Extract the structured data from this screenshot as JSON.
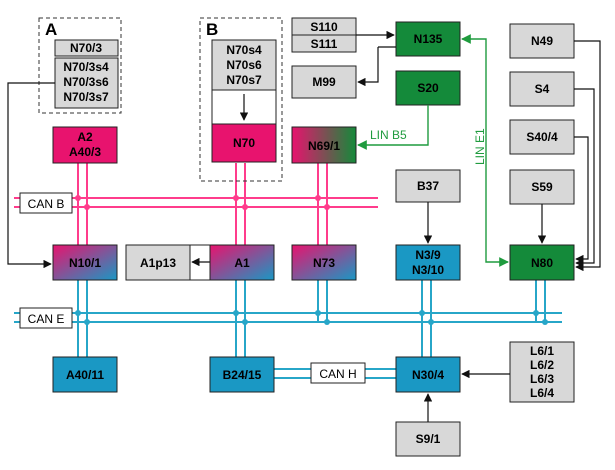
{
  "groups": {
    "a": {
      "tag": "A",
      "header": "N70/3",
      "items": [
        "N70/3s4",
        "N70/3s6",
        "N70/3s7"
      ]
    },
    "b": {
      "tag": "B",
      "items": [
        "N70s4",
        "N70s6",
        "N70s7"
      ]
    }
  },
  "nodes": {
    "a2": [
      "A2",
      "A40/3"
    ],
    "n70": "N70",
    "n69_1": "N69/1",
    "n10_1": "N10/1",
    "a1p13": "A1p13",
    "a1": "A1",
    "n73": "N73",
    "a40_11": "A40/11",
    "b24_15": "B24/15",
    "s110": "S110",
    "s111": "S111",
    "m99": "M99",
    "n135": "N135",
    "s20": "S20",
    "b37": "B37",
    "n3_9": [
      "N3/9",
      "N3/10"
    ],
    "n30_4": "N30/4",
    "s9_1": "S9/1",
    "n49": "N49",
    "s4": "S4",
    "s40_4": "S40/4",
    "s59": "S59",
    "n80": "N80",
    "l6": [
      "L6/1",
      "L6/2",
      "L6/3",
      "L6/4"
    ]
  },
  "buses": {
    "can_b": "CAN B",
    "can_e": "CAN E",
    "can_h": "CAN H",
    "lin_b5": "LIN B5",
    "lin_e1": "LIN E1"
  },
  "colors": {
    "magenta": "#e8136e",
    "blue": "#1a98c4",
    "green": "#148a3a",
    "gray": "#d8d8d8",
    "can_b_line": "#ff3c8c",
    "can_e_line": "#27a6c8",
    "lin_line": "#1f9b3e"
  }
}
